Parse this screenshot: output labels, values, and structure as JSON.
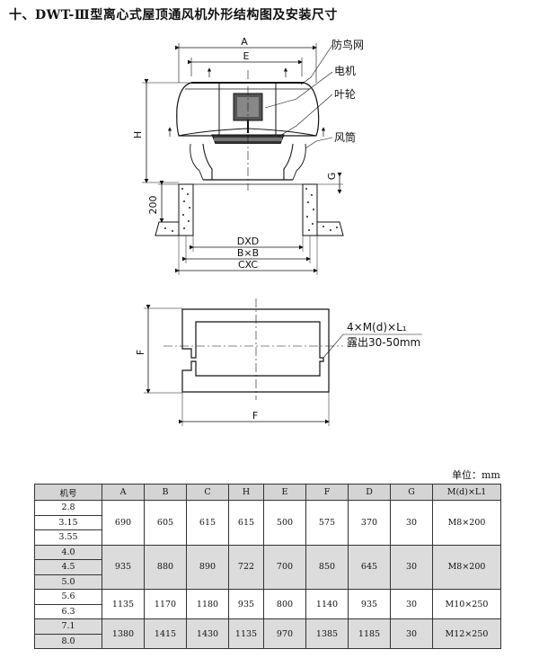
{
  "title": "十、DWT-Ⅲ型离心式屋顶通风机外形结构图及安装尺寸",
  "drawing": {
    "dim_A": "A",
    "dim_E": "E",
    "dim_H": "H",
    "dim_G": "G",
    "dim_200": "200",
    "dim_DXD": "DXD",
    "dim_BXB": "B×B",
    "dim_CXC": "CXC",
    "dim_F_side": "F",
    "dim_F_bottom": "F",
    "callout_net": "防鸟网",
    "callout_motor": "电机",
    "callout_impeller": "叶轮",
    "callout_duct": "风筒",
    "bolt_spec": "4×M(d)×L₁",
    "bolt_exposed": "露出30-50mm"
  },
  "unit_label": "单位：mm",
  "table": {
    "headers": [
      "机号",
      "A",
      "B",
      "C",
      "H",
      "E",
      "F",
      "D",
      "G",
      "M(d)×L1"
    ],
    "groups": [
      {
        "models": [
          "2.8",
          "3.15",
          "3.55"
        ],
        "values": [
          "690",
          "605",
          "615",
          "615",
          "500",
          "575",
          "370",
          "30",
          "M8×200"
        ]
      },
      {
        "models": [
          "4.0",
          "4.5",
          "5.0"
        ],
        "values": [
          "935",
          "880",
          "890",
          "722",
          "700",
          "850",
          "645",
          "30",
          "M8×200"
        ]
      },
      {
        "models": [
          "5.6",
          "6.3"
        ],
        "values": [
          "1135",
          "1170",
          "1180",
          "935",
          "800",
          "1140",
          "935",
          "30",
          "M10×250"
        ]
      },
      {
        "models": [
          "7.1",
          "8.0"
        ],
        "values": [
          "1380",
          "1415",
          "1430",
          "1135",
          "970",
          "1385",
          "1185",
          "30",
          "M12×250"
        ]
      }
    ]
  }
}
